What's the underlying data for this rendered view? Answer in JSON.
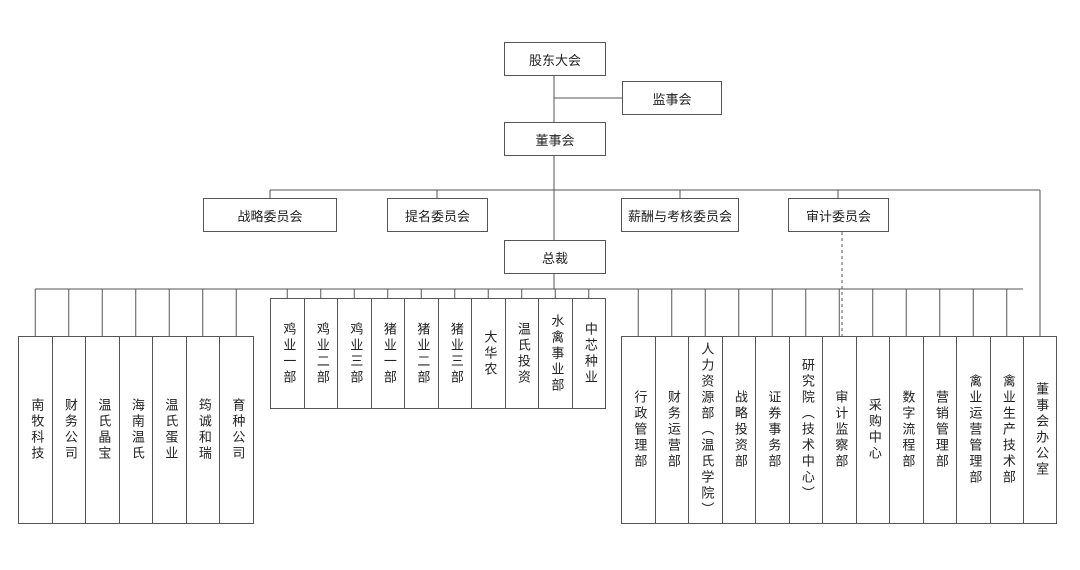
{
  "top": {
    "shareholders": "股东大会",
    "supervisors": "监事会",
    "board": "董事会",
    "president": "总裁"
  },
  "committees": [
    "战略委员会",
    "提名委员会",
    "薪酬与考核委员会",
    "审计委员会"
  ],
  "left_units": [
    "南牧科技",
    "财务公司",
    "温氏晶宝",
    "海南温氏",
    "温氏蛋业",
    "筠诚和瑞",
    "育种公司"
  ],
  "middle_units": [
    "鸡业一部",
    "鸡业二部",
    "鸡业三部",
    "猪业一部",
    "猪业二部",
    "猪业三部",
    "大华农",
    "温氏投资",
    "水禽事业部",
    "中芯种业"
  ],
  "right_units": [
    "行政管理部",
    "财务运营部",
    "人力资源部（温氏学院）",
    "战略投资部",
    "证券事务部",
    "研究院（技术中心）",
    "审计监察部",
    "采购中心",
    "数字流程部",
    "营销管理部",
    "禽业运营管理部",
    "禽业生产技术部"
  ],
  "board_office": "董事会办公室"
}
